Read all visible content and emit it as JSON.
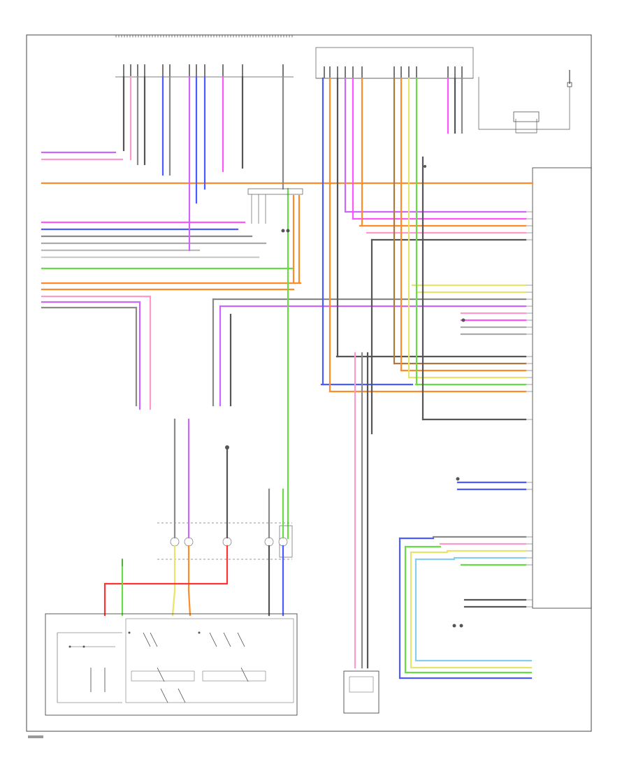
{
  "footer": {
    "figure_id": ""
  },
  "colors": {
    "orange": "#ff8c2a",
    "red": "#ff3333",
    "green": "#66dd44",
    "yellow": "#e8e36a",
    "blue": "#4a5cff",
    "violet": "#cc66ff",
    "pink": "#ff99cc",
    "magenta": "#ff55ff",
    "gray": "#8a8a8a",
    "lightblue": "#88ccee",
    "brown": "#b07840"
  },
  "components": [
    {
      "id": "front-controls-interface-module",
      "label": ""
    },
    {
      "id": "audio-control-module",
      "label": ""
    },
    {
      "id": "antenna",
      "label": ""
    },
    {
      "id": "front-audio-control-switch",
      "label": ""
    },
    {
      "id": "clockspring",
      "label": ""
    },
    {
      "id": "microphone",
      "label": ""
    }
  ],
  "notes": []
}
